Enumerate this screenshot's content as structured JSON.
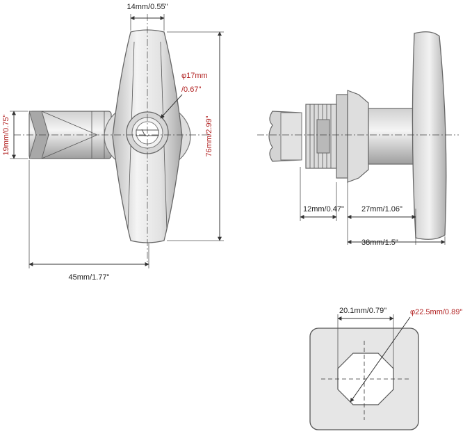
{
  "diagram": {
    "colors": {
      "label_red": "#b22222",
      "label_black": "#222222",
      "metal_light": "#e8e8e8",
      "metal_mid": "#c8c8c8",
      "metal_dark": "#8c8c8c"
    },
    "front_view": {
      "top_width": "14mm/0.55\"",
      "cylinder_dia_a": "φ17mm",
      "cylinder_dia_b": "/0.67\"",
      "total_height": "76mm/2.99\"",
      "shaft_height": "19mm/0.75\"",
      "overall_length": "45mm/1.77\""
    },
    "side_view": {
      "thread_length": "12mm/0.47\"",
      "body_length": "27mm/1.06\"",
      "total_depth": "38mm/1.5\""
    },
    "cutout_view": {
      "flat_width": "20.1mm/0.79\"",
      "hole_dia": "φ22.5mm/0.89\""
    }
  }
}
